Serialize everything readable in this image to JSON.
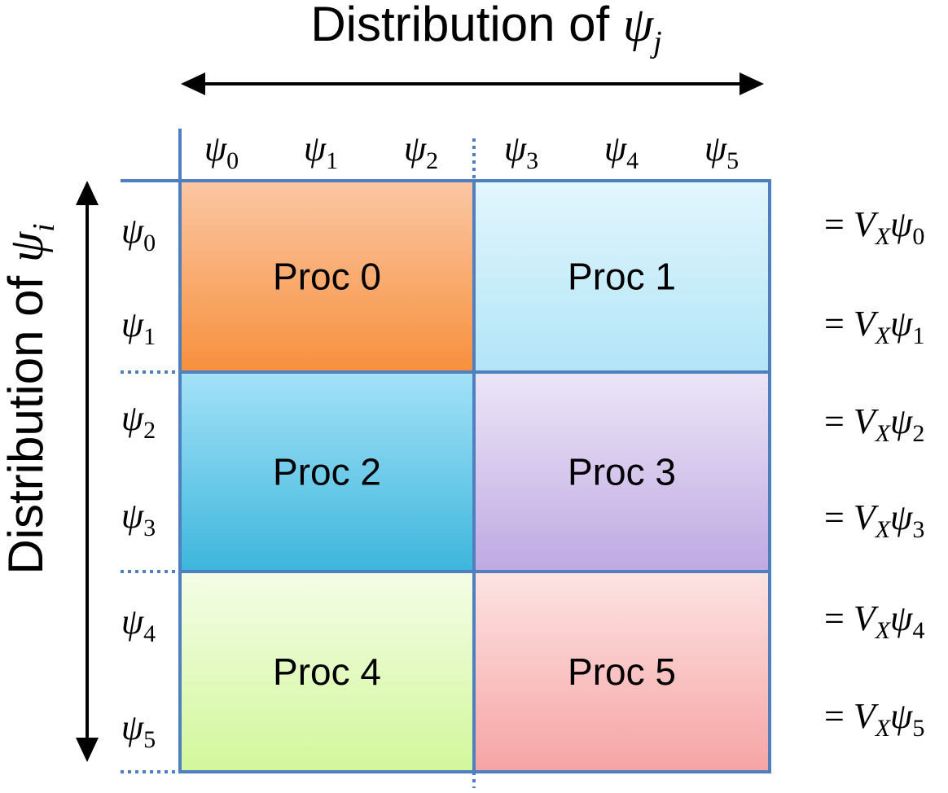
{
  "title": {
    "prefix": "Distribution of",
    "var": "ψ",
    "sub": "j"
  },
  "side_title": {
    "prefix": "Distribution of",
    "var": "ψ",
    "sub": "i"
  },
  "columns": [
    {
      "var": "ψ",
      "sub": "0"
    },
    {
      "var": "ψ",
      "sub": "1"
    },
    {
      "var": "ψ",
      "sub": "2"
    },
    {
      "var": "ψ",
      "sub": "3"
    },
    {
      "var": "ψ",
      "sub": "4"
    },
    {
      "var": "ψ",
      "sub": "5"
    }
  ],
  "rows": [
    {
      "var": "ψ",
      "sub": "0"
    },
    {
      "var": "ψ",
      "sub": "1"
    },
    {
      "var": "ψ",
      "sub": "2"
    },
    {
      "var": "ψ",
      "sub": "3"
    },
    {
      "var": "ψ",
      "sub": "4"
    },
    {
      "var": "ψ",
      "sub": "5"
    }
  ],
  "blocks": [
    {
      "label": "Proc 0",
      "color_top": "#FBC7A4",
      "color_bottom": "#F7903D"
    },
    {
      "label": "Proc 1",
      "color_top": "#E3F6FD",
      "color_bottom": "#B1E5F7"
    },
    {
      "label": "Proc 2",
      "color_top": "#A4E2F8",
      "color_bottom": "#3DB6DC"
    },
    {
      "label": "Proc 3",
      "color_top": "#ECE6F7",
      "color_bottom": "#BFA9E2"
    },
    {
      "label": "Proc 4",
      "color_top": "#F4FDE7",
      "color_bottom": "#D2F79A"
    },
    {
      "label": "Proc 5",
      "color_top": "#FDE3E3",
      "color_bottom": "#F6A4A4"
    }
  ],
  "equations": [
    {
      "lhs": "=",
      "op": "V",
      "op_sub": "X",
      "var": "ψ",
      "sub": "0"
    },
    {
      "lhs": "=",
      "op": "V",
      "op_sub": "X",
      "var": "ψ",
      "sub": "1"
    },
    {
      "lhs": "=",
      "op": "V",
      "op_sub": "X",
      "var": "ψ",
      "sub": "2"
    },
    {
      "lhs": "=",
      "op": "V",
      "op_sub": "X",
      "var": "ψ",
      "sub": "3"
    },
    {
      "lhs": "=",
      "op": "V",
      "op_sub": "X",
      "var": "ψ",
      "sub": "4"
    },
    {
      "lhs": "=",
      "op": "V",
      "op_sub": "X",
      "var": "ψ",
      "sub": "5"
    }
  ],
  "colors": {
    "grid_line": "#4F7FBF",
    "arrow": "#000000",
    "text": "#000000"
  }
}
